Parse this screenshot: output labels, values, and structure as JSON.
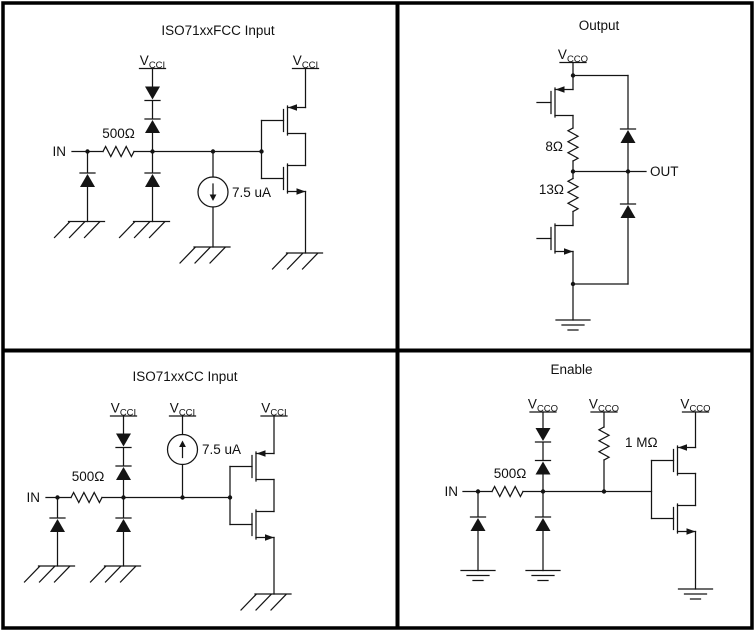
{
  "q1": {
    "title": "ISO71xxFCC Input",
    "in_label": "IN",
    "resistor_label": "500Ω",
    "current_label": "7.5 uA",
    "supply_base": "V",
    "supply_sub": "CCI"
  },
  "q2": {
    "title": "Output",
    "out_label": "OUT",
    "resistor_top_label": "8Ω",
    "resistor_bottom_label": "13Ω",
    "supply_base": "V",
    "supply_sub": "CCO"
  },
  "q3": {
    "title": "ISO71xxCC Input",
    "in_label": "IN",
    "resistor_label": "500Ω",
    "current_label": "7.5 uA",
    "supply_base": "V",
    "supply_sub": "CCI"
  },
  "q4": {
    "title": "Enable",
    "in_label": "IN",
    "resistor_label": "500Ω",
    "pullup_label": "1 MΩ",
    "supply_base": "V",
    "supply_sub": "CCO"
  }
}
